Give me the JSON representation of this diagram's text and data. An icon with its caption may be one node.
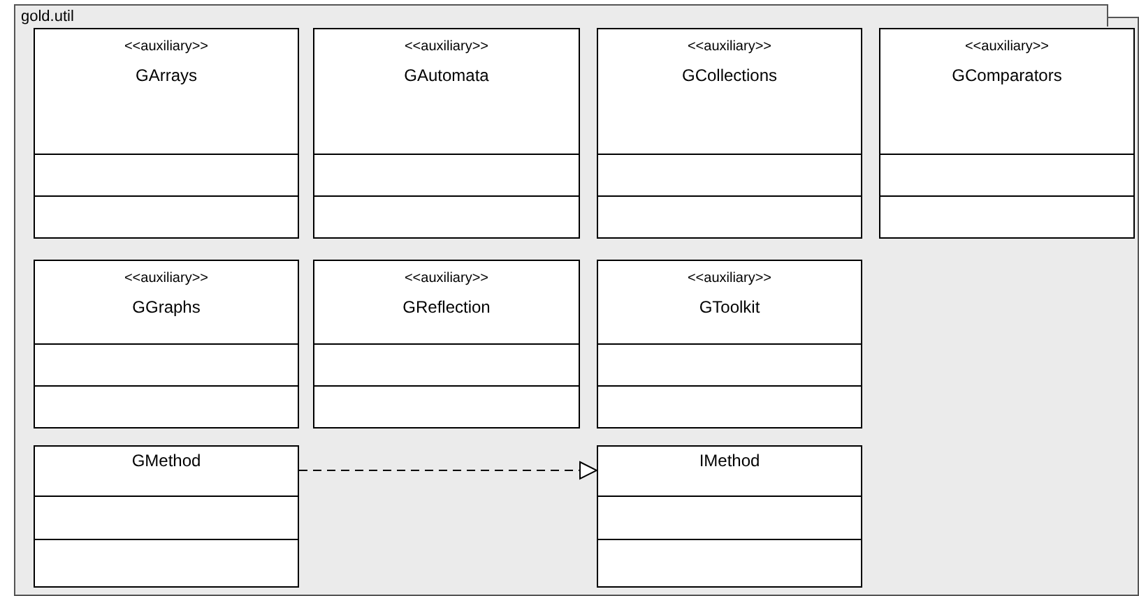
{
  "diagram": {
    "nodes": [
      {
        "text": [
          "gold.util"
        ]
      },
      {
        "text": [
          "<<auxiliary>>",
          "GArrays"
        ],
        "in": 0
      },
      {
        "text": [
          "<<auxiliary>>",
          "GAutomata"
        ],
        "in": 0
      },
      {
        "text": [
          "<<auxiliary>>",
          "GCollections"
        ],
        "in": 0
      },
      {
        "text": [
          "<<auxiliary>>",
          "GComparators"
        ],
        "in": 0
      },
      {
        "text": [
          "<<auxiliary>>",
          "GGraphs"
        ],
        "in": 0
      },
      {
        "text": [
          "<<auxiliary>>",
          "GReflection"
        ],
        "in": 0
      },
      {
        "text": [
          "<<auxiliary>>",
          "GToolkit"
        ],
        "in": 0
      },
      {
        "text": [
          "GMethod"
        ],
        "in": 0
      },
      {
        "text": [
          "IMethod"
        ],
        "in": 0
      }
    ],
    "edges": [
      {
        "from": 8,
        "to": 9,
        "arrow": "to",
        "style": "dashed"
      }
    ]
  }
}
